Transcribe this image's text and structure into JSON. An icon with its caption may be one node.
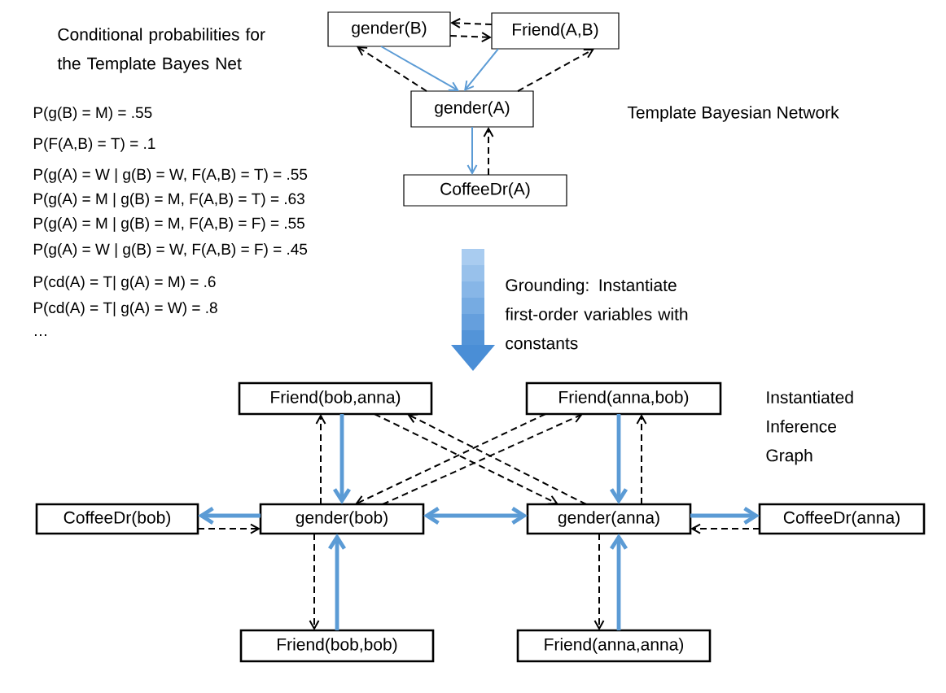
{
  "diagram": {
    "nodes": [
      {
        "text": [
          "gender(B)"
        ]
      },
      {
        "text": [
          "Friend(A,B)"
        ]
      },
      {
        "text": [
          "gender(A)"
        ]
      },
      {
        "text": [
          "CoffeeDr(A)"
        ]
      },
      {
        "text": [
          "Friend(bob,anna)"
        ]
      },
      {
        "text": [
          "Friend(anna,bob)"
        ]
      },
      {
        "text": [
          "CoffeeDr(bob)"
        ]
      },
      {
        "text": [
          "gender(bob)"
        ]
      },
      {
        "text": [
          "gender(anna)"
        ]
      },
      {
        "text": [
          "CoffeeDr(anna)"
        ]
      },
      {
        "text": [
          "Friend(bob,bob)"
        ]
      },
      {
        "text": [
          "Friend(anna,anna)"
        ]
      }
    ],
    "edges": [
      {
        "from": 0,
        "to": 2,
        "arrow": "to",
        "color": "#5b9bd5"
      },
      {
        "from": 1,
        "to": 2,
        "arrow": "to",
        "color": "#5b9bd5"
      },
      {
        "from": 2,
        "to": 3,
        "arrow": "to",
        "color": "#5b9bd5"
      },
      {
        "from": 3,
        "to": 2,
        "arrow": "to",
        "style": "dashed"
      },
      {
        "from": 2,
        "to": 0,
        "arrow": "to",
        "style": "dashed"
      },
      {
        "from": 2,
        "to": 1,
        "arrow": "to",
        "style": "dashed"
      },
      {
        "from": 1,
        "to": 0,
        "arrow": "to",
        "style": "dashed"
      },
      {
        "from": 0,
        "to": 1,
        "arrow": "to",
        "style": "dashed"
      },
      {
        "from": 4,
        "to": 7,
        "arrow": "to",
        "color": "#5b9bd5"
      },
      {
        "from": 7,
        "to": 4,
        "arrow": "to",
        "style": "dashed"
      },
      {
        "from": 7,
        "to": 10,
        "arrow": "to",
        "style": "dashed"
      },
      {
        "from": 10,
        "to": 7,
        "arrow": "to",
        "color": "#5b9bd5"
      },
      {
        "from": 7,
        "to": 6,
        "arrow": "to",
        "color": "#5b9bd5"
      },
      {
        "from": 6,
        "to": 7,
        "arrow": "to",
        "style": "dashed"
      },
      {
        "from": 7,
        "to": 8,
        "arrow": "both",
        "color": "#5b9bd5"
      },
      {
        "from": 8,
        "to": 9,
        "arrow": "to",
        "color": "#5b9bd5"
      },
      {
        "from": 9,
        "to": 8,
        "arrow": "to",
        "style": "dashed"
      },
      {
        "from": 5,
        "to": 8,
        "arrow": "to",
        "color": "#5b9bd5"
      },
      {
        "from": 8,
        "to": 5,
        "arrow": "to",
        "style": "dashed"
      },
      {
        "from": 8,
        "to": 11,
        "arrow": "to",
        "style": "dashed"
      },
      {
        "from": 11,
        "to": 8,
        "arrow": "to",
        "color": "#5b9bd5"
      },
      {
        "from": 7,
        "to": 5,
        "arrow": "to",
        "style": "dashed"
      },
      {
        "from": 5,
        "to": 7,
        "arrow": "to",
        "style": "dashed"
      },
      {
        "from": 4,
        "to": 8,
        "arrow": "to",
        "style": "dashed"
      },
      {
        "from": 8,
        "to": 4,
        "arrow": "to",
        "style": "dashed"
      }
    ],
    "labels": [
      "Conditional probabilities for the Template Bayes Net",
      "P(g(B) = M) = .55",
      "P(F(A,B) = T) = .1",
      "P(g(A) = W | g(B) = W, F(A,B) = T) = .55",
      "P(g(A) = M | g(B) = M, F(A,B) = T) = .63",
      "P(g(A) = M | g(B) = M, F(A,B) = F) = .55",
      "P(g(A) = W | g(B) = W, F(A,B) = F) = .45",
      "P(cd(A) = T| g(A) = M) = .6",
      "P(cd(A) = T| g(A) = W) = .8",
      "…",
      "Template Bayesian Network",
      "Grounding: Instantiate first-order variables with constants",
      "Instantiated Inference Graph"
    ]
  }
}
